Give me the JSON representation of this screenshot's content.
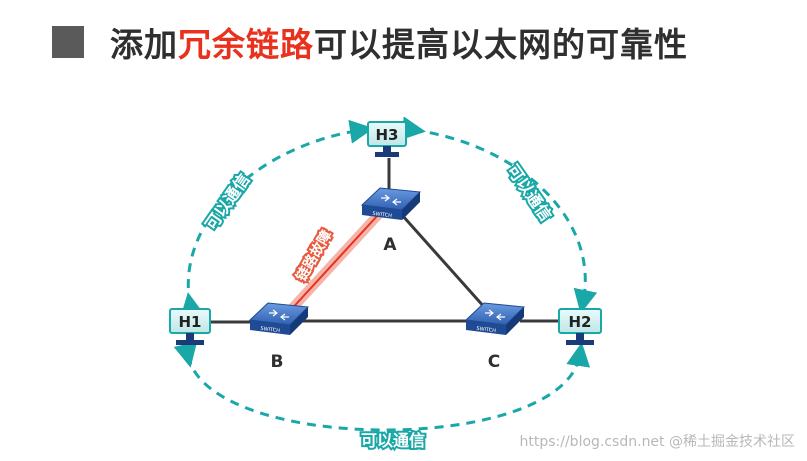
{
  "title": {
    "prefix": "添加",
    "highlight": "冗余链路",
    "suffix": "可以提高以太网的可靠性"
  },
  "hosts": {
    "h1": "H1",
    "h2": "H2",
    "h3": "H3"
  },
  "switches": {
    "a": "A",
    "b": "B",
    "c": "C",
    "device_text": "SWITCH"
  },
  "links": {
    "fault": "链路故障",
    "comm": "可以通信"
  },
  "watermark": "https://blog.csdn.net  @稀土掘金技术社区",
  "colors": {
    "dashed": "#1aa7a7",
    "switch": "#3a6fc0",
    "fault": "#e8321e",
    "host_border": "#1aa7a7",
    "host_fill": "#cdeeee"
  }
}
